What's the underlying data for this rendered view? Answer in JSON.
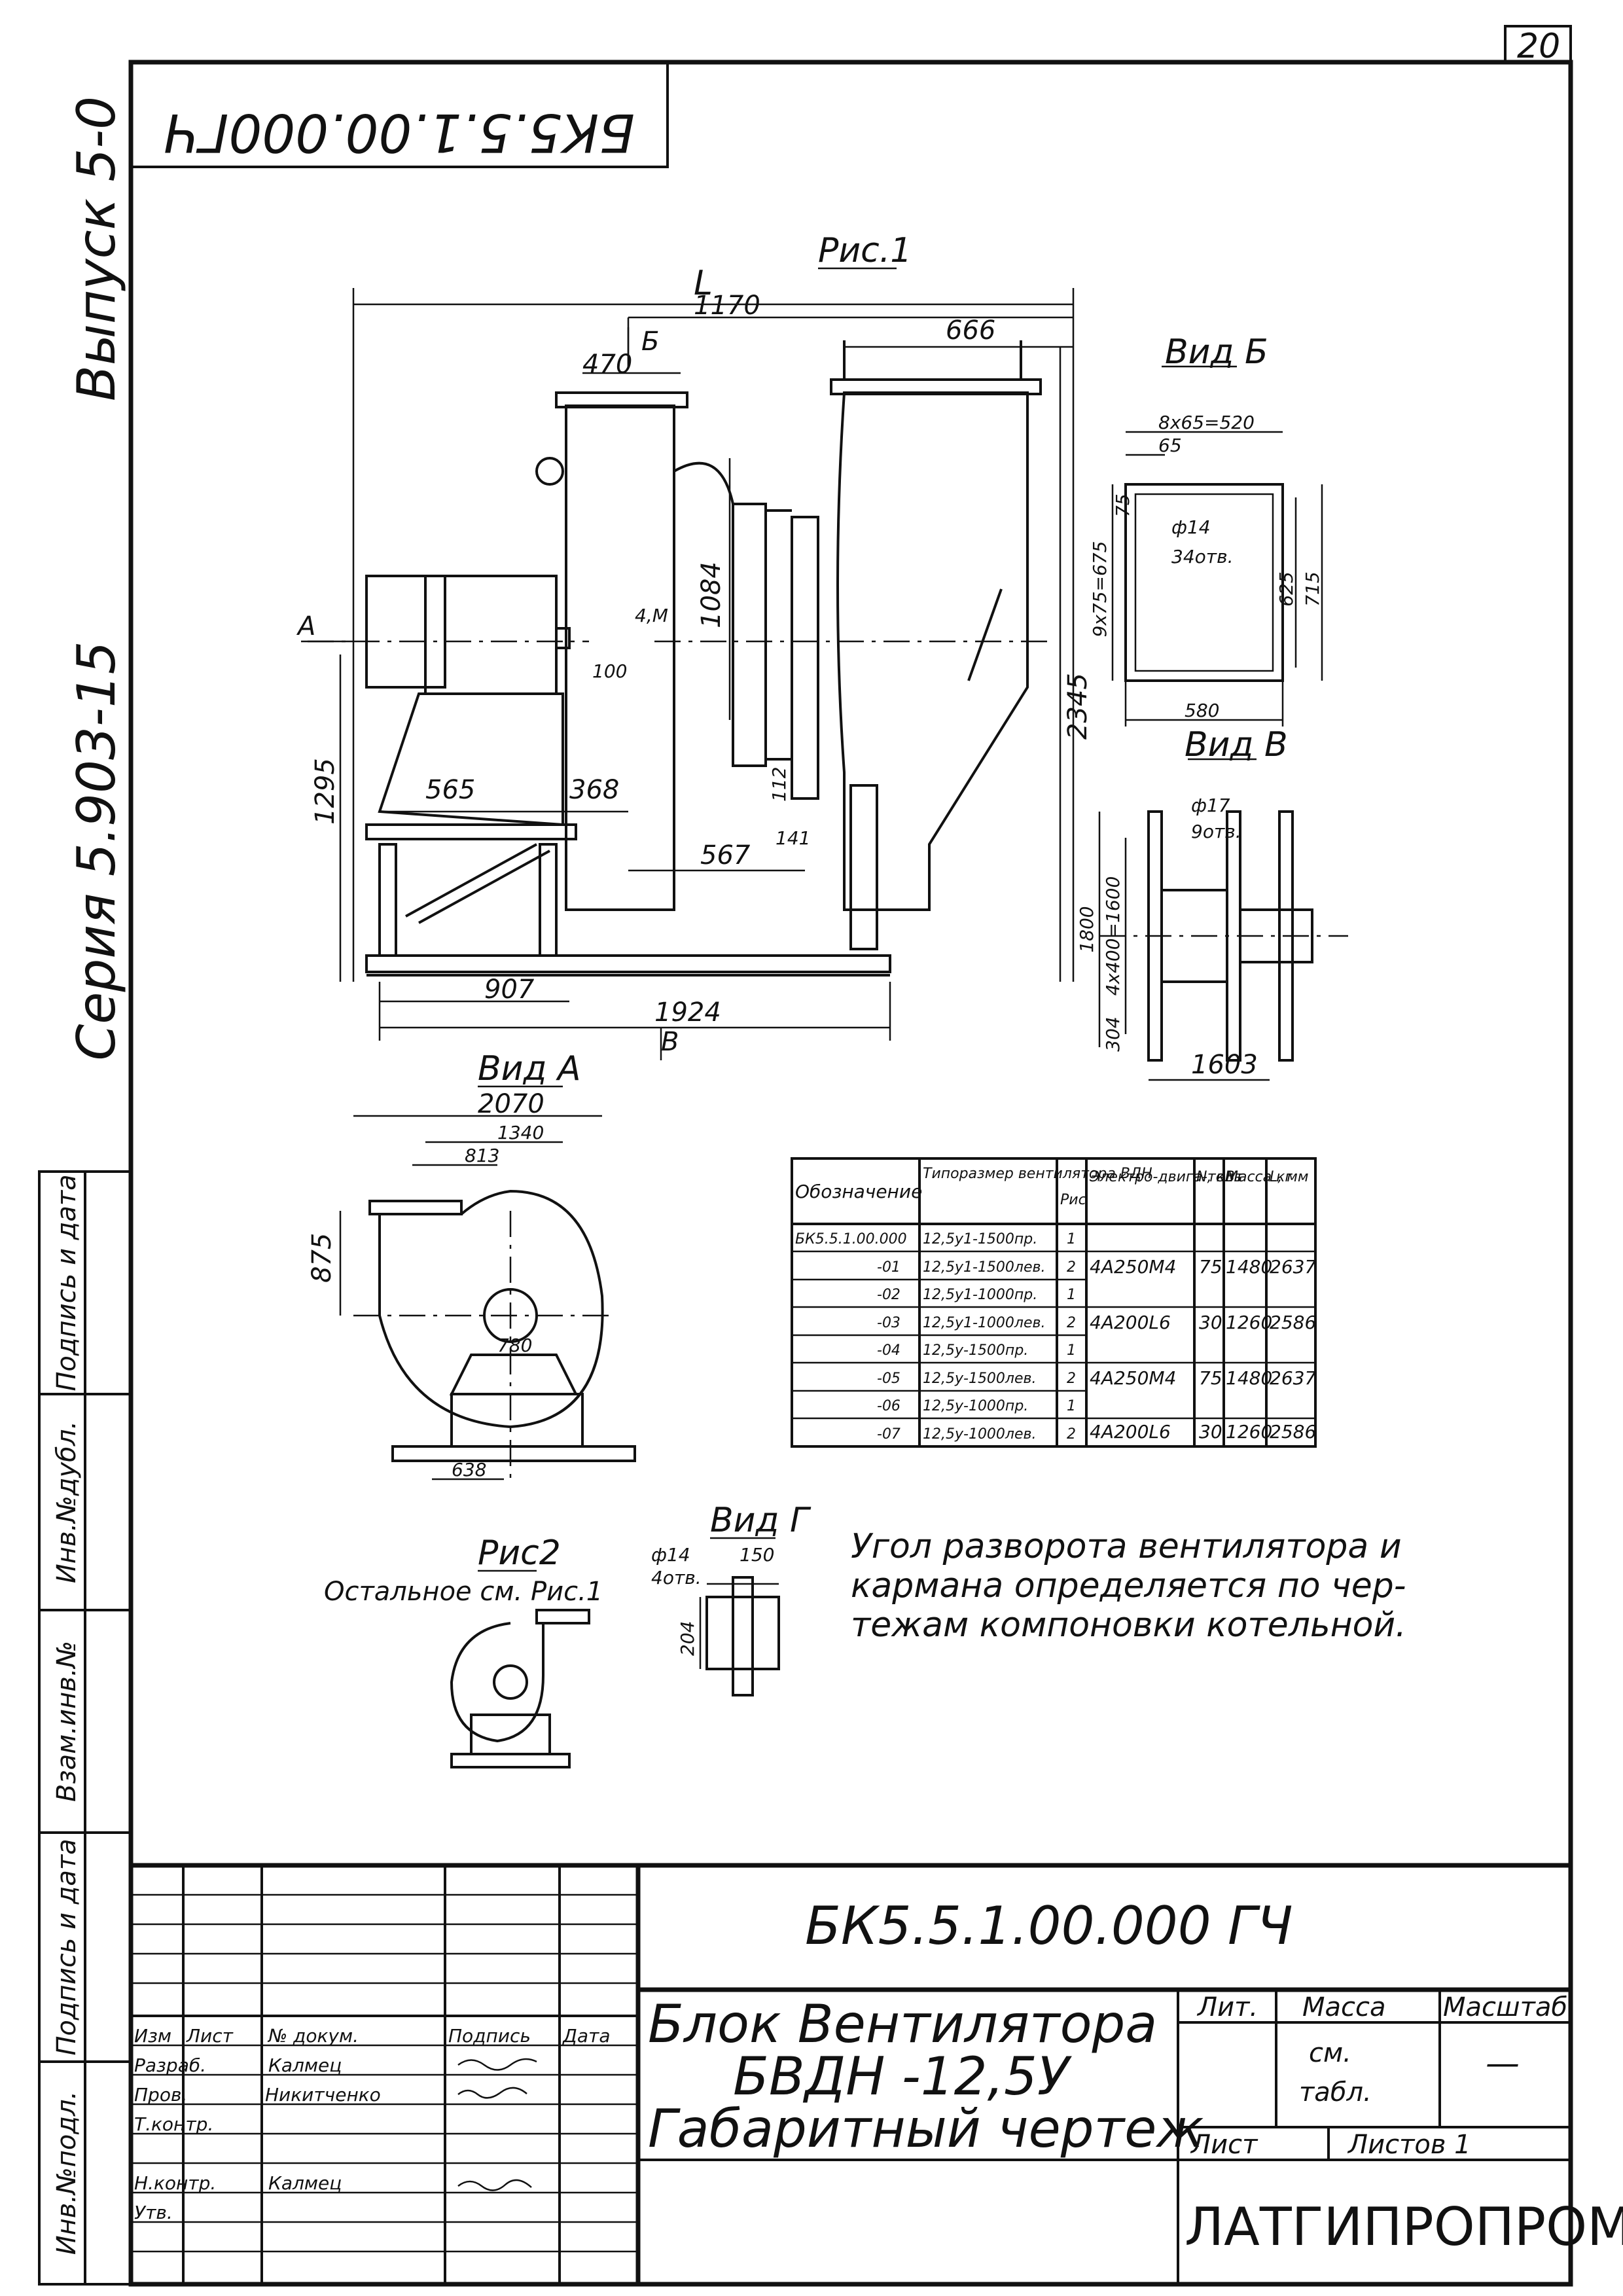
{
  "sheet": {
    "page_number": "20",
    "doc_code_top": "БК5.5.1.00.000ГЧ",
    "series": "Серия 5.903-15",
    "issue": "Выпуск 5-0"
  },
  "left_strip": [
    "Инв.№подл.",
    "Подпись и дата",
    "Взам.инв.№",
    "Инв.№дубл.",
    "Подпись и дата"
  ],
  "fig1": {
    "title": "Рис.1",
    "view_b": "Вид Б",
    "view_v": "Вид В",
    "view_a": "Вид А",
    "letter_L": "L",
    "letter_B": "Б",
    "letter_A": "А",
    "letter_V": "В",
    "dims": {
      "d1170": "1170",
      "d666": "666",
      "d470": "470",
      "d1084": "1084",
      "d2345": "2345",
      "d1295": "1295",
      "d565": "565",
      "d368": "368",
      "d567": "567",
      "d907": "907",
      "d1924": "1924",
      "d100": "100",
      "d112": "112",
      "d141": "141",
      "d4m": "4,М"
    }
  },
  "view_b": {
    "d8x65": "8х65=520",
    "d65": "65",
    "hole": "ф14",
    "holes_count": "34отв.",
    "d9x75": "9х75=675",
    "d75": "75",
    "d625": "625",
    "d715": "715",
    "d580": "580"
  },
  "view_v": {
    "hole": "ф17",
    "holes_count": "9отв.",
    "d1800": "1800",
    "d4x400": "4х400=1600",
    "d304": "304",
    "d1603": "1603"
  },
  "view_a": {
    "d2070": "2070",
    "d1340": "1340",
    "d813": "813",
    "d875": "875",
    "d780": "780",
    "d638": "638"
  },
  "fig2": {
    "title": "Рис2",
    "note": "Остальное см. Рис.1"
  },
  "view_g": {
    "title": "Вид Г",
    "hole": "ф14",
    "holes_count": "4отв.",
    "d150": "150",
    "d204": "204"
  },
  "table": {
    "headers": [
      "Обозначение",
      "Типоразмер вентилятора ВДН",
      "Рис",
      "Электро-двига-тель",
      "N, кВт",
      "Масса кг",
      "L, мм"
    ],
    "rows": [
      [
        "БК5.5.1.00.000",
        "12,5у1-1500пр.",
        "1"
      ],
      [
        "-01",
        "12,5у1-1500лев.",
        "2"
      ],
      [
        "-02",
        "12,5у1-1000пр.",
        "1"
      ],
      [
        "-03",
        "12,5у1-1000лев.",
        "2"
      ],
      [
        "-04",
        "12,5у-1500пр.",
        "1"
      ],
      [
        "-05",
        "12,5у-1500лев.",
        "2"
      ],
      [
        "-06",
        "12,5у-1000пр.",
        "1"
      ],
      [
        "-07",
        "12,5у-1000лев.",
        "2"
      ]
    ],
    "groups": [
      {
        "motor": "4А250М4",
        "n": "75",
        "mass": "1480",
        "l": "2637"
      },
      {
        "motor": "4А200L6",
        "n": "30",
        "mass": "1260",
        "l": "2586"
      },
      {
        "motor": "4А250М4",
        "n": "75",
        "mass": "1480",
        "l": "2637"
      },
      {
        "motor": "4А200L6",
        "n": "30",
        "mass": "1260",
        "l": "2586"
      }
    ]
  },
  "note": [
    "Угол разворота вентилятора и",
    "кармана определяется по чер-",
    "тежам компоновки котельной."
  ],
  "title_block": {
    "code": "БК5.5.1.00.000 ГЧ",
    "name1": "Блок Вентилятора",
    "name2": "БВДН -12,5У",
    "name3": "Габаритный чертеж",
    "lit": "Лит.",
    "mass": "Масса",
    "scale": "Масштаб",
    "mass_value1": "см.",
    "mass_value2": "табл.",
    "scale_value": "—",
    "sheet": "Лист",
    "sheets": "Листов 1",
    "org": "ЛАТГИПРОПРОМ",
    "col_headers": [
      "Изм",
      "Лист",
      "№ докум.",
      "Подпись",
      "Дата"
    ],
    "roles": [
      {
        "role": "Разраб.",
        "name": "Калмец"
      },
      {
        "role": "Пров.",
        "name": "Никитченко"
      },
      {
        "role": "Т.контр.",
        "name": ""
      },
      {
        "role": "",
        "name": ""
      },
      {
        "role": "Н.контр.",
        "name": "Калмец"
      },
      {
        "role": "Утв.",
        "name": ""
      }
    ]
  }
}
